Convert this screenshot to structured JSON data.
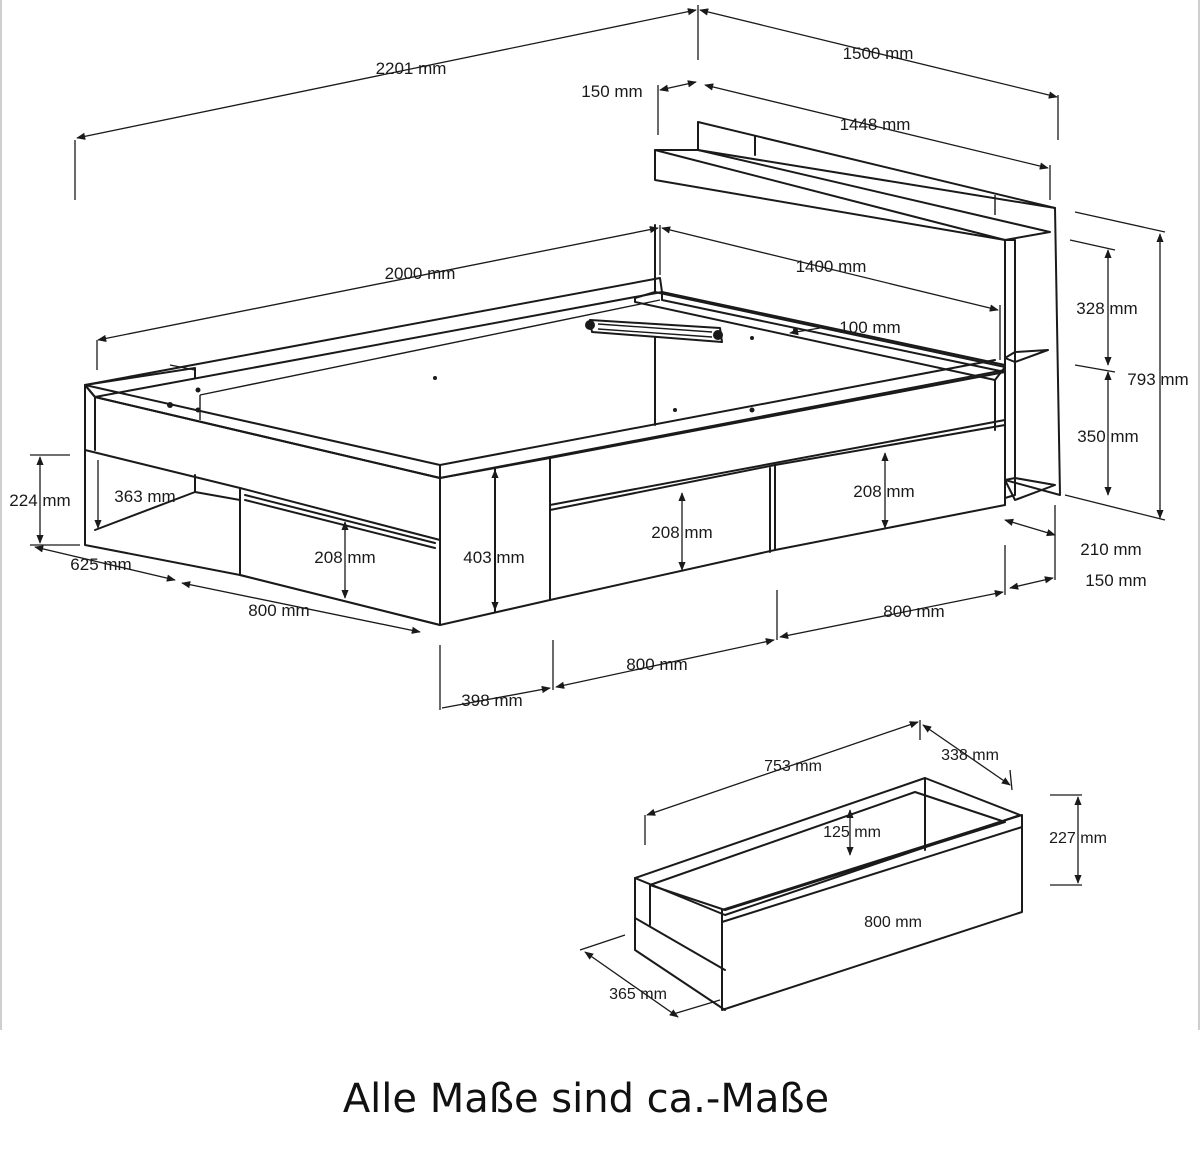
{
  "caption": "Alle Maße sind ca.-Maße",
  "labels": {
    "overall_length": "2201 mm",
    "overall_width": "1500 mm",
    "headboard_depth": "150 mm",
    "headboard_width": "1448 mm",
    "mattress_length": "2000 mm",
    "mattress_width": "1400 mm",
    "shelf_depth": "100 mm",
    "upper_shelf_gap": "328 mm",
    "total_height": "793 mm",
    "lower_shelf_gap": "350 mm",
    "side_shelf_depth": "210 mm",
    "side_shelf_offset": "150 mm",
    "end_height": "224 mm",
    "end_shelf_height": "363 mm",
    "end_width": "625 mm",
    "drawer_front_height_1": "208 mm",
    "drawer_front_height_2": "208 mm",
    "drawer_front_height_3": "208 mm",
    "frame_height": "403 mm",
    "drawer_width_1": "800 mm",
    "drawer_width_2": "800 mm",
    "drawer_width_3": "800 mm",
    "side_offset": "398 mm",
    "drawer_depth_outer": "753 mm",
    "drawer_depth_inner": "338 mm",
    "drawer_inner_height": "125 mm",
    "drawer_height": "227 mm",
    "drawer_front_width": "800 mm",
    "drawer_side": "365 mm"
  }
}
